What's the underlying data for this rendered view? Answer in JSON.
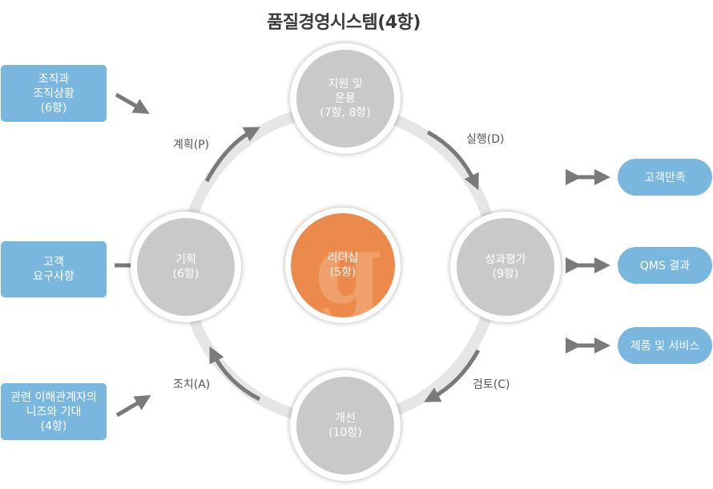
{
  "title": "품질경영시스템(4항)",
  "center": {
    "label": "리더십\n(5항)"
  },
  "nodes": {
    "support": "지원 및\n운용\n(7항, 8항)",
    "planning": "기획\n(6항)",
    "evaluation": "성과평가\n(9항)",
    "improvement": "개선\n(10항)"
  },
  "phases": {
    "plan": "계획(P)",
    "do": "실행(D)",
    "check": "검토(C)",
    "act": "조치(A)"
  },
  "inputs": [
    "조직과\n조직상황\n(6항)",
    "고객\n요구사항",
    "관련 이해관계자의\n니즈와 기대\n(4항)"
  ],
  "outputs": [
    "고객만족",
    "QMS 결과",
    "제품 및 서비스"
  ],
  "colors": {
    "node_gray": "#c9c9c9",
    "ring_gray": "#e6e6e6",
    "center_orange": "#ec8a4c",
    "box_blue": "#7ab7de",
    "arrow_gray": "#7a7a7a"
  }
}
